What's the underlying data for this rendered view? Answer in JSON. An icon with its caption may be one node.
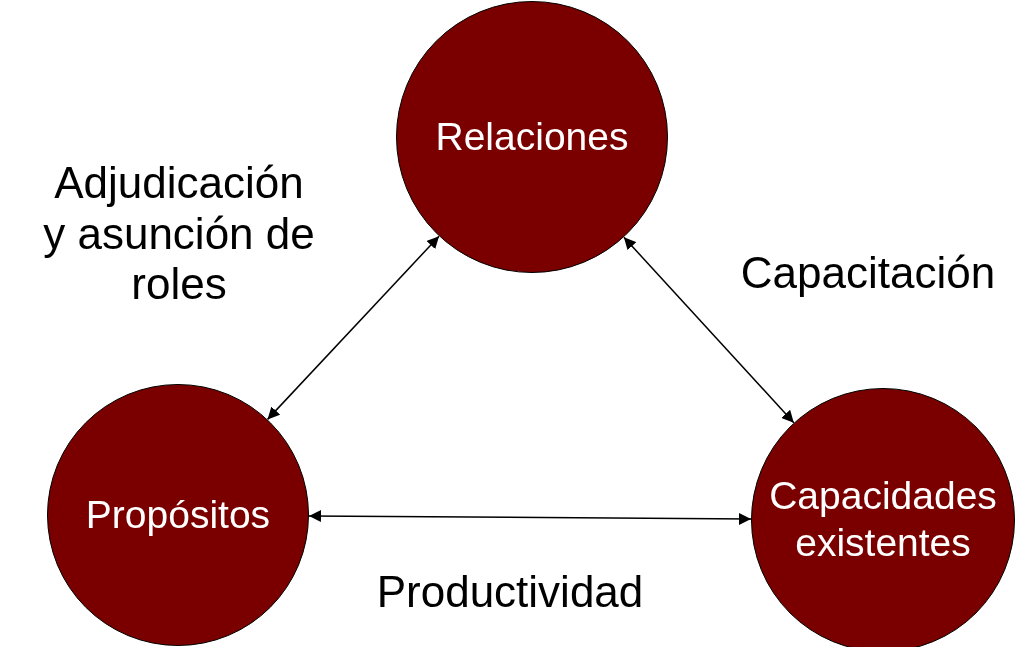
{
  "diagram": {
    "nodes": [
      {
        "text": [
          "Relaciones"
        ]
      },
      {
        "text": [
          "Propósitos"
        ]
      },
      {
        "text": [
          "Capacidades existentes"
        ]
      }
    ],
    "edges": [
      {
        "from": 0,
        "to": 1,
        "arrow": "both",
        "label": "Adjudicación y asunción de roles"
      },
      {
        "from": 0,
        "to": 2,
        "arrow": "both",
        "label": "Capacitación"
      },
      {
        "from": 1,
        "to": 2,
        "arrow": "both",
        "label": "Productividad"
      }
    ]
  }
}
